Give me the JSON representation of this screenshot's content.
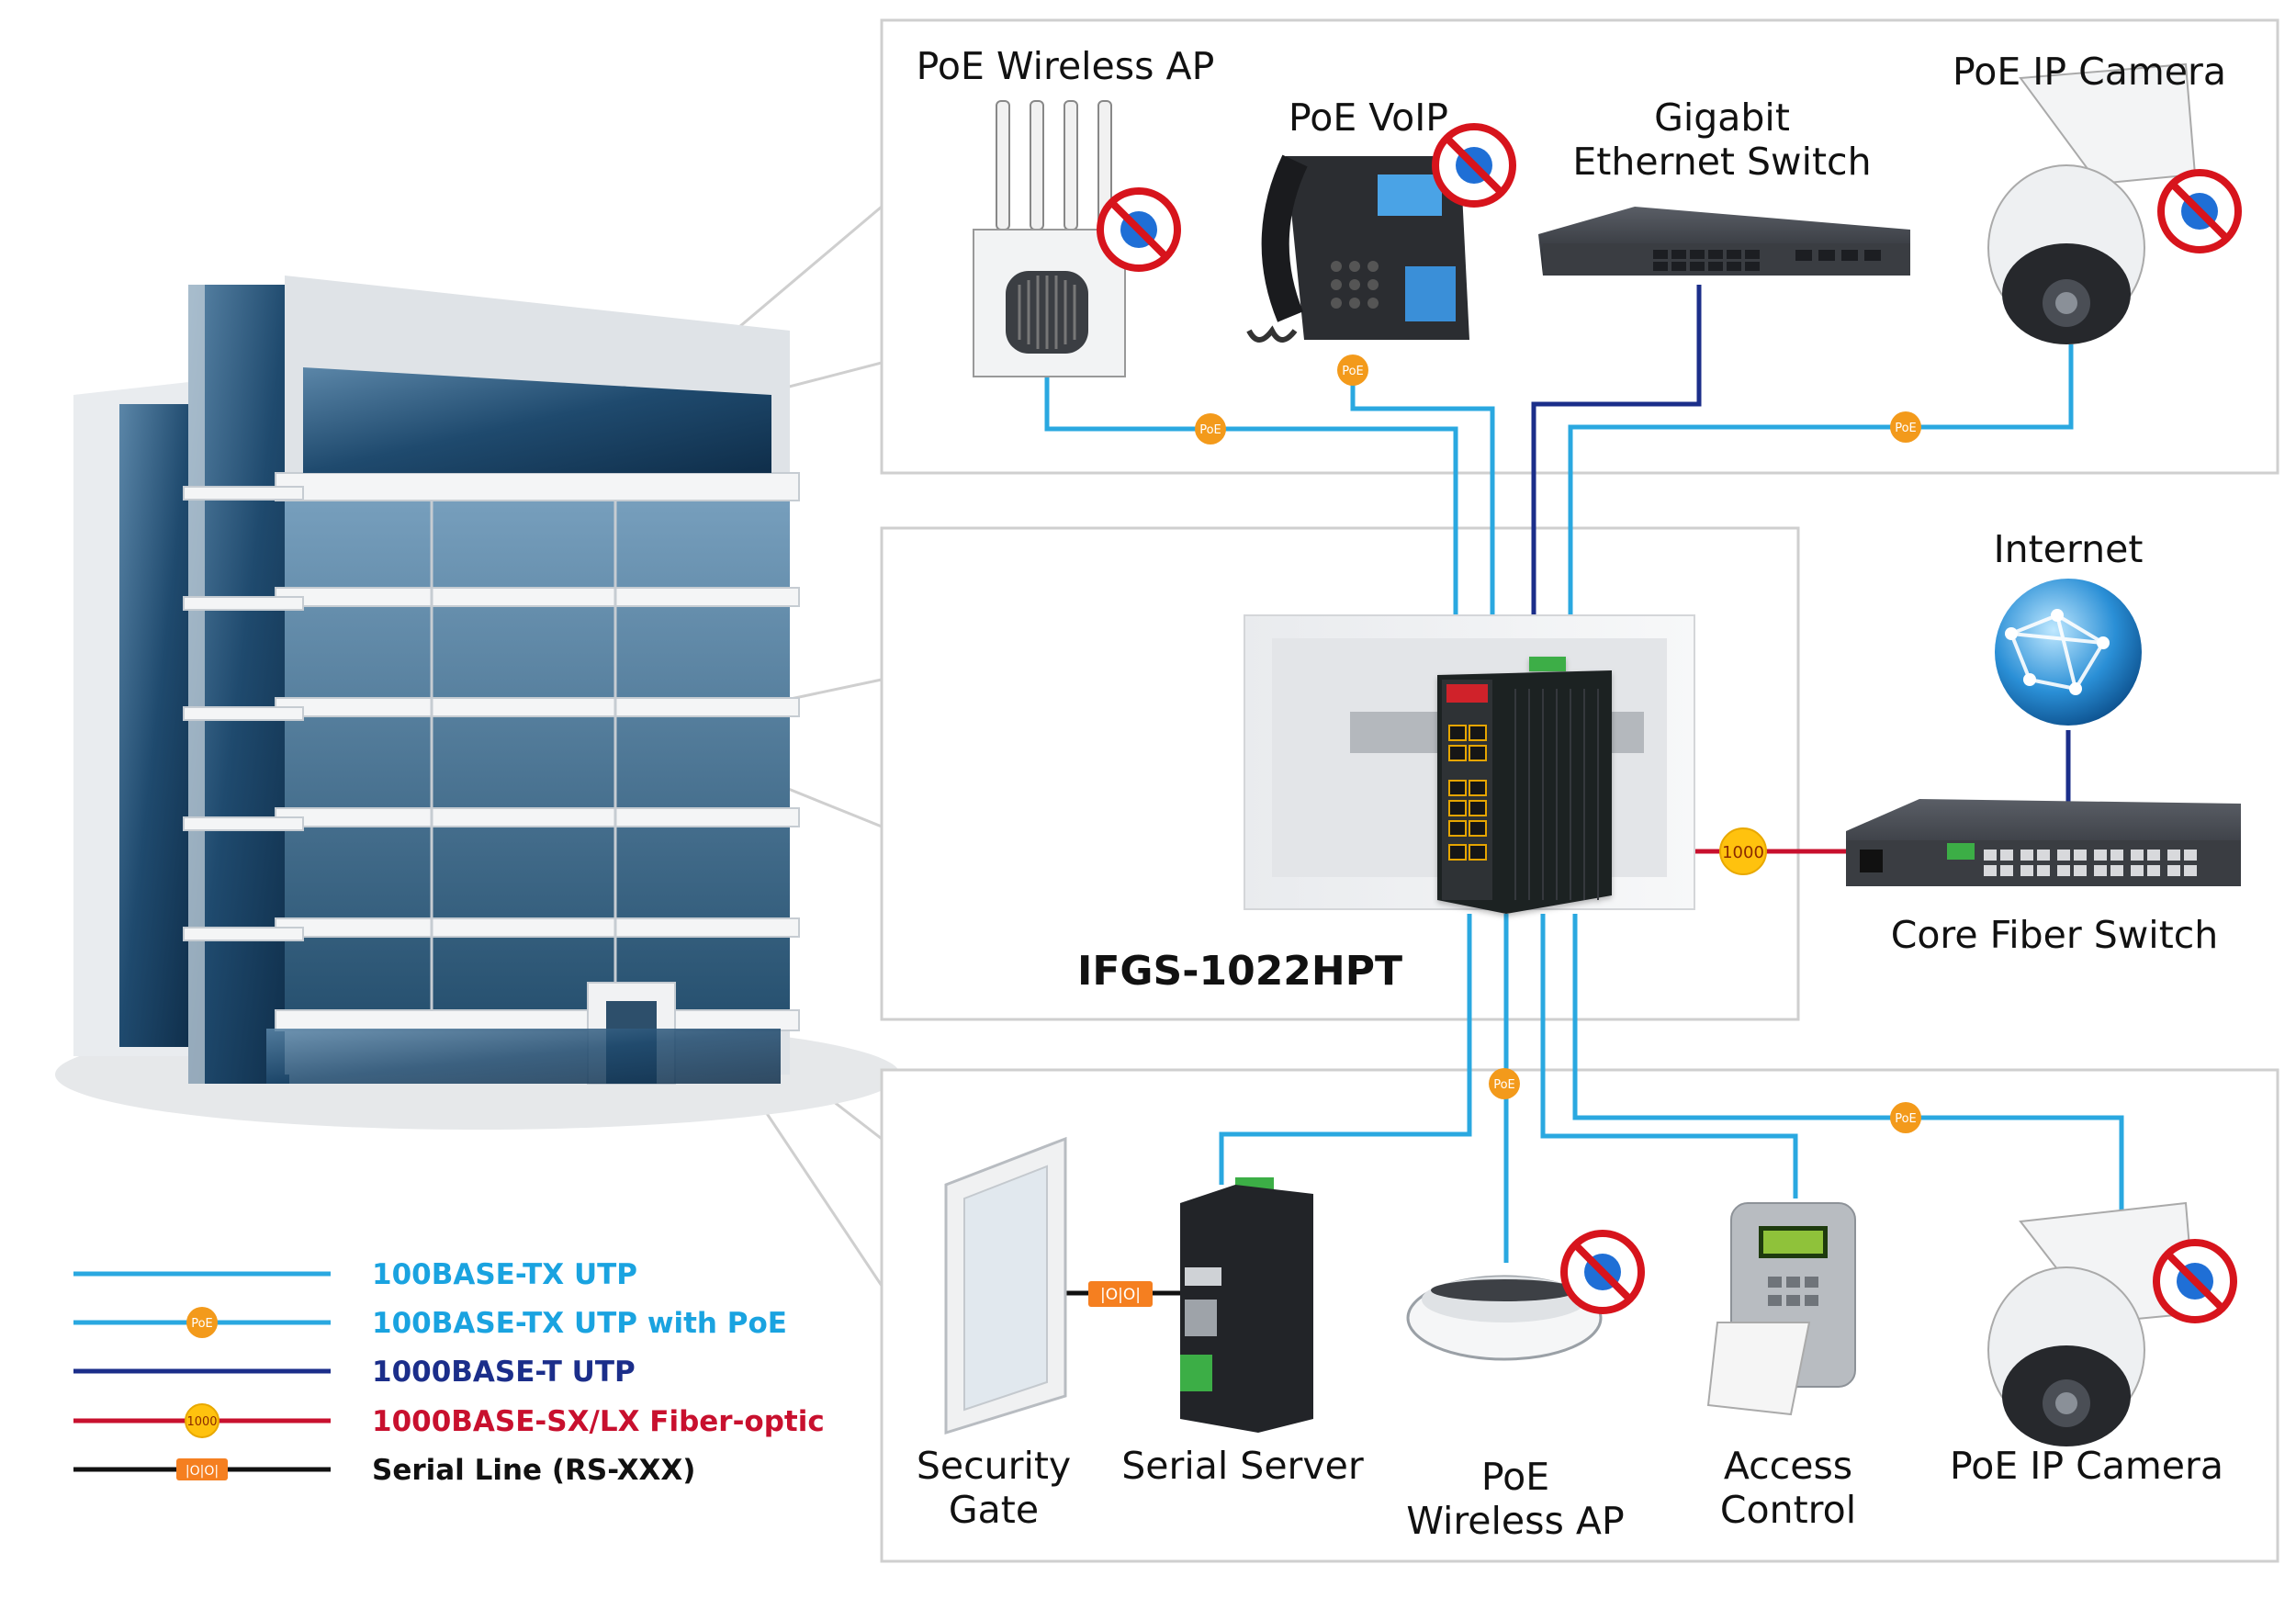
{
  "diagram": {
    "model_label": "IFGS-1022HPT",
    "devices": {
      "top_wireless_ap": "PoE Wireless AP",
      "top_voip": "PoE VoIP",
      "gigabit_switch_line1": "Gigabit",
      "gigabit_switch_line2": "Ethernet Switch",
      "top_ip_camera": "PoE IP Camera",
      "internet": "Internet",
      "core_fiber_switch": "Core Fiber Switch",
      "security_gate_line1": "Security",
      "security_gate_line2": "Gate",
      "serial_server": "Serial Server",
      "bottom_wireless_ap_line1": "PoE",
      "bottom_wireless_ap_line2": "Wireless AP",
      "access_control_line1": "Access",
      "access_control_line2": "Control",
      "bottom_ip_camera": "PoE IP Camera"
    },
    "badges": {
      "poe": "PoE",
      "fiber": "1000",
      "serial": "|O|O|"
    },
    "legend": [
      {
        "label": "100BASE-TX UTP",
        "color": "#1aa3e0",
        "marker": "none"
      },
      {
        "label": "100BASE-TX UTP with PoE",
        "color": "#1aa3e0",
        "marker": "PoE"
      },
      {
        "label": "1000BASE-T UTP",
        "color": "#1b2e8a",
        "marker": "none"
      },
      {
        "label": "1000BASE-SX/LX Fiber-optic",
        "color": "#c8102e",
        "marker": "1000"
      },
      {
        "label": "Serial Line (RS-XXX)",
        "color": "#111111",
        "marker": "|O|O|"
      }
    ],
    "colors": {
      "utp": "#2aa8e0",
      "gigabit": "#1b2e8a",
      "fiber": "#c8102e",
      "serial": "#111111",
      "poe_badge": "#f39a1b",
      "fiber_badge": "#ffc20e",
      "serial_badge": "#f57f20"
    }
  }
}
